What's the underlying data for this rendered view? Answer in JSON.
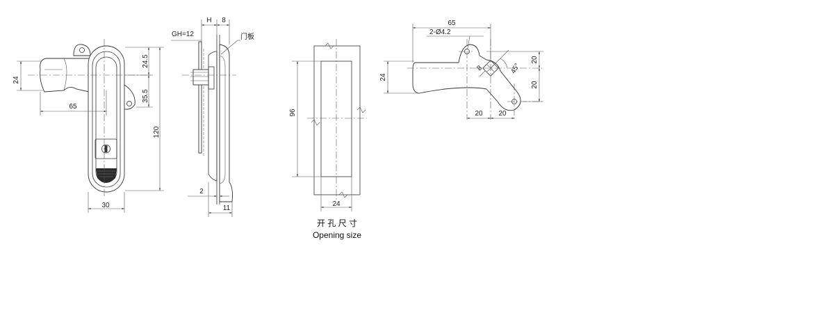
{
  "front_view": {
    "dim_24": "24",
    "dim_65": "65",
    "dim_24_5": "24.5",
    "dim_35_5": "35.5",
    "dim_120": "120",
    "dim_30": "30"
  },
  "side_view": {
    "label_h": "H",
    "dim_8": "8",
    "label_gh": "GH=12",
    "label_door_panel": "门板",
    "dim_2": "2",
    "dim_11": "11"
  },
  "cutout_view": {
    "dim_96": "96",
    "dim_24": "24",
    "caption_cn": "开 孔 尺 寸",
    "caption_en": "Opening size"
  },
  "cam_view": {
    "dim_65": "65",
    "holes": "2-Ø4.2",
    "dim_24": "24",
    "dim_8": "8",
    "angle": "45°",
    "dim_20_a": "20",
    "dim_20_b": "20",
    "dim_20_c": "20",
    "dim_20_d": "20"
  }
}
